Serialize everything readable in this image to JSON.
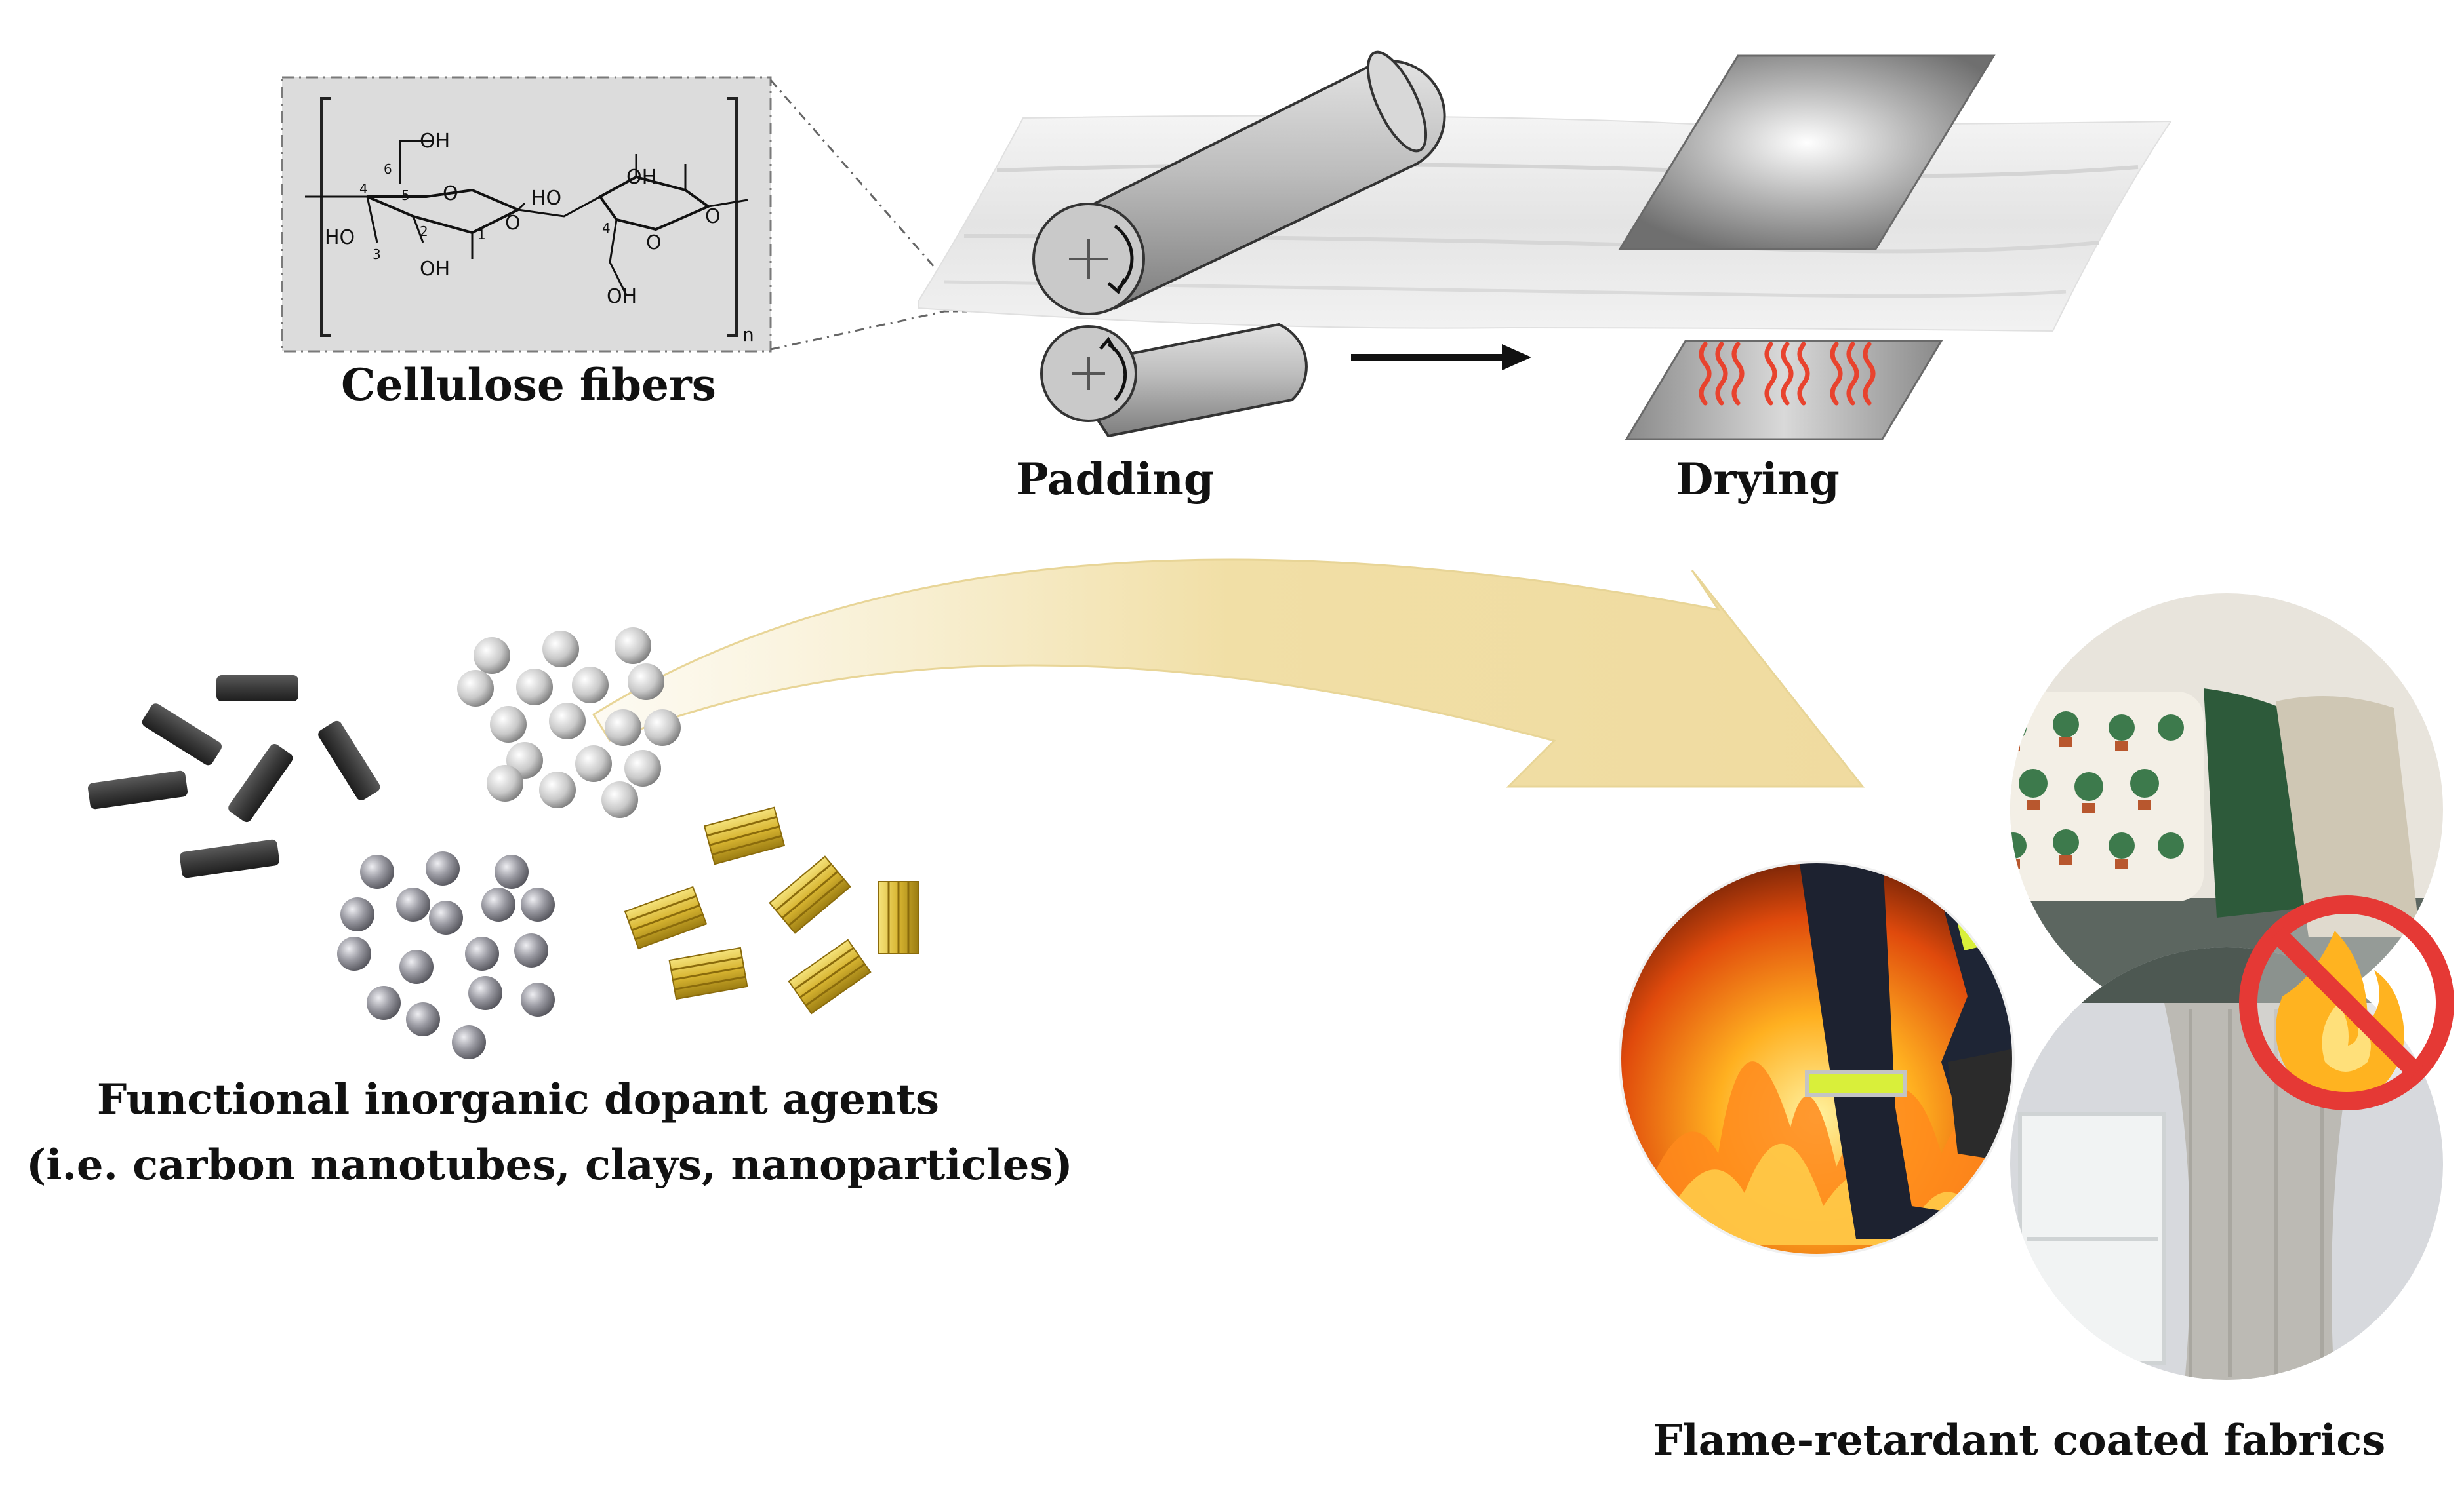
{
  "labels": {
    "cellulose_fibers": "Cellulose fibers",
    "padding": "Padding",
    "drying": "Drying",
    "dopants_line1": "Functional inorganic dopant agents",
    "dopants_line2": "(i.e. carbon nanotubes, clays, nanoparticles)",
    "coated_fabrics": "Flame-retardant coated fabrics"
  },
  "chemical_structure": {
    "hydroxyl_1": "OH",
    "hydroxyl_2": "OH",
    "hydroxyl_3": "HO",
    "hydroxyl_4": "HO",
    "hydroxyl_5": "OH",
    "hydroxyl_6": "OH",
    "ring_oxygen_1": "O",
    "ring_oxygen_2": "O",
    "bridge_oxygen": "O",
    "end_oxygen": "O",
    "carbon_6": "6",
    "carbon_5": "5",
    "carbon_4": "4",
    "carbon_3": "3",
    "carbon_2": "2",
    "carbon_1": "1",
    "carbon_4b": "4",
    "repeat_subscript": "n"
  },
  "icons": {
    "roller": "plus-roller-icon",
    "heat": "heat-waves-icon",
    "no_fire": "no-fire-icon",
    "process_arrow": "right-arrow-icon"
  },
  "colors": {
    "heat_waves": "#e8432e",
    "gold_clay": "#d8b531",
    "flow_arrow": "#f1dfa6",
    "nanotube": "#3a3a3a",
    "no_fire_ring": "#e53935"
  }
}
